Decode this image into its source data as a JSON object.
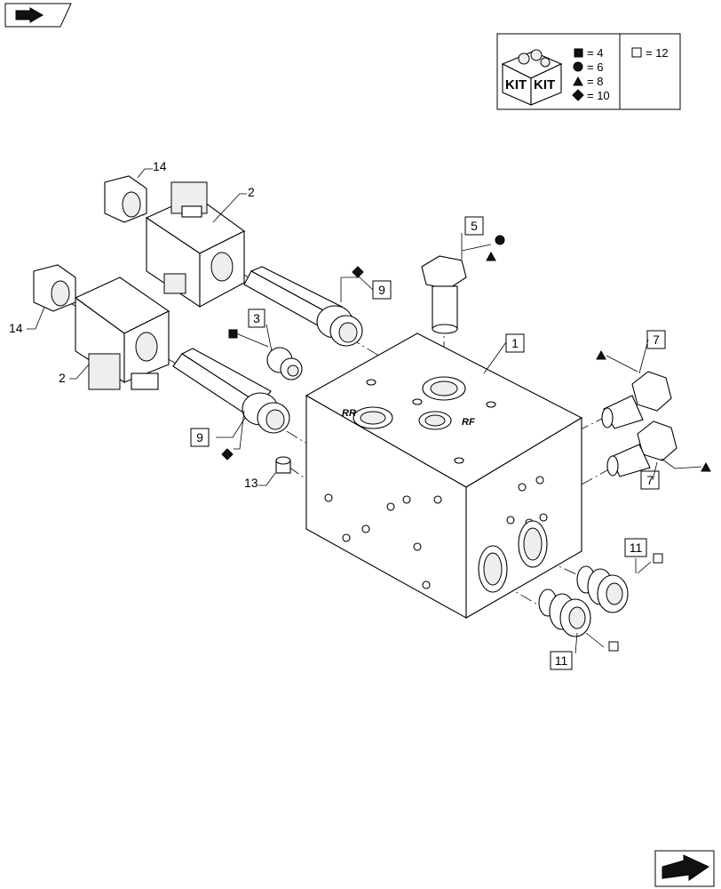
{
  "callouts": {
    "c1": "1",
    "c2a": "2",
    "c2b": "2",
    "c3": "3",
    "c5": "5",
    "c7a": "7",
    "c7b": "7",
    "c9a": "9",
    "c9b": "9",
    "c11a": "11",
    "c11b": "11",
    "c13": "13",
    "c14a": "14",
    "c14b": "14"
  },
  "legend": {
    "kit_label": "KIT",
    "rows": [
      {
        "symbol": "square-filled",
        "value": "= 4"
      },
      {
        "symbol": "circle-filled",
        "value": "= 6"
      },
      {
        "symbol": "triangle-filled",
        "value": "= 8"
      },
      {
        "symbol": "diamond-filled",
        "value": "= 10"
      }
    ],
    "square_open_value": "= 12"
  },
  "block_markings": {
    "rr": "RR",
    "rf": "RF"
  },
  "icons": {
    "top_left": "folder-arrow-icon",
    "bottom_right": "next-page-arrow-icon"
  }
}
